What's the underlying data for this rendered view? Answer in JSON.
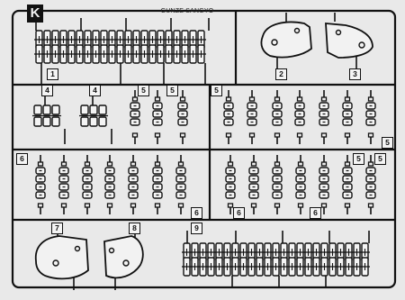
{
  "sprue": {
    "letter": "K",
    "title": "GUNZE SANGYO"
  },
  "part_numbers": [
    "1",
    "2",
    "3",
    "4",
    "4",
    "5",
    "5",
    "5",
    "5",
    "6",
    "6",
    "6",
    "6",
    "5",
    "5",
    "7",
    "8",
    "9"
  ]
}
